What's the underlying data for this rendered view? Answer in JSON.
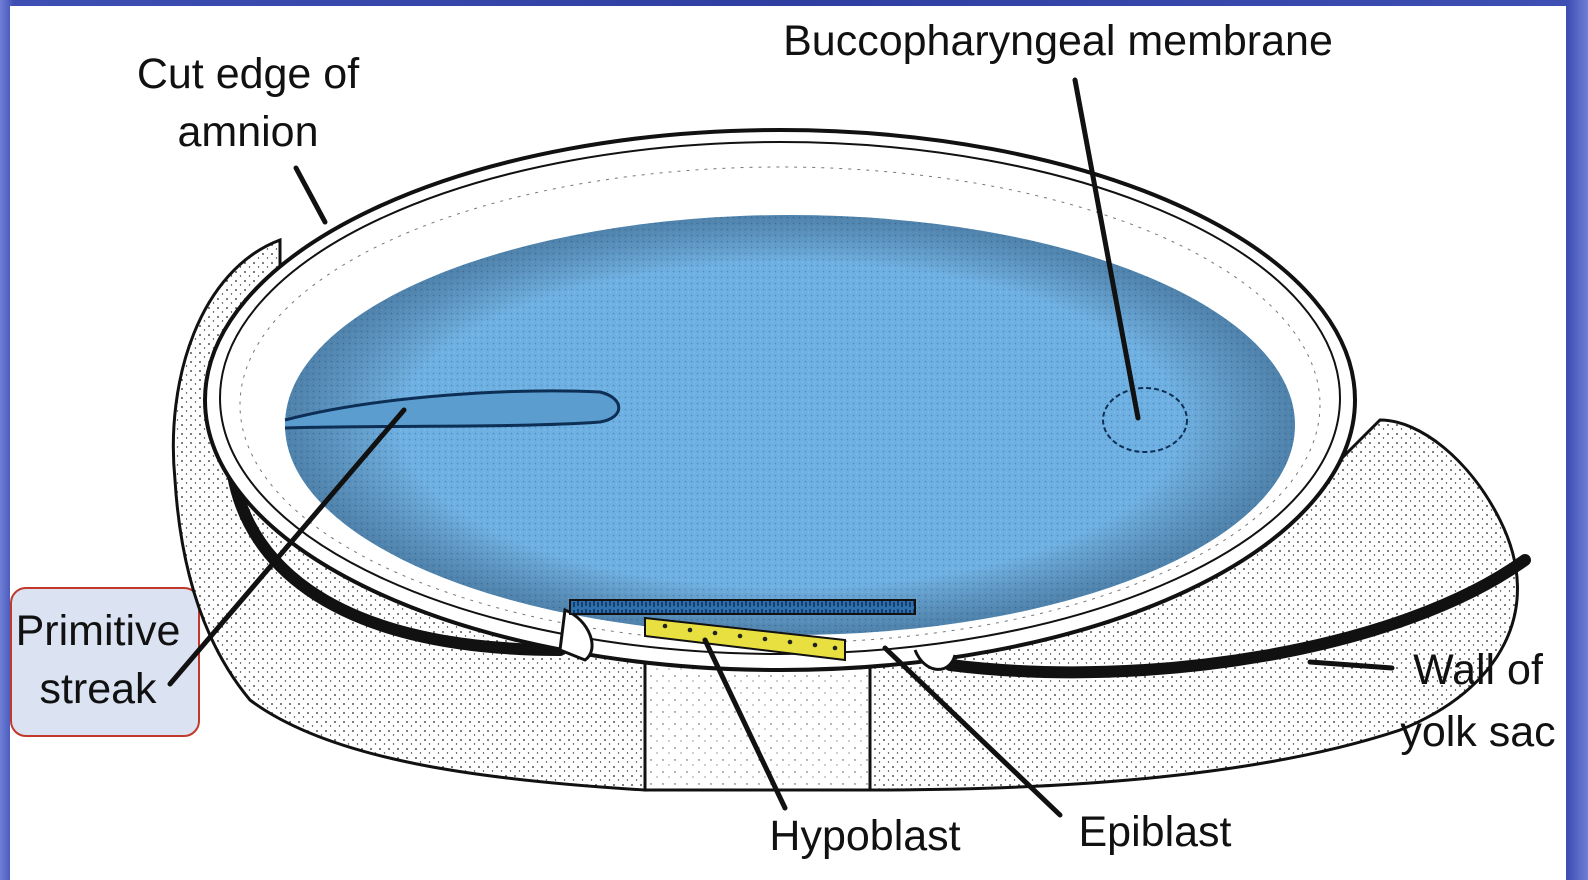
{
  "diagram": {
    "labels": {
      "cut_edge_line1": "Cut edge of",
      "cut_edge_line2": "amnion",
      "bucco": "Buccopharyngeal membrane",
      "primitive_line1": "Primitive",
      "primitive_line2": "streak",
      "wall_line1": "Wall of",
      "wall_line2": "yolk sac",
      "hypoblast": "Hypoblast",
      "epiblast": "Epiblast"
    },
    "colors": {
      "embryonic_disc": "#6fb0e2",
      "hypoblast_layer": "#e8e040",
      "epiblast_layer": "#2e6fae",
      "slide_background": "#3a4aa8",
      "highlight_border": "#c0392b",
      "highlight_fill": "#dbe3f3"
    }
  }
}
